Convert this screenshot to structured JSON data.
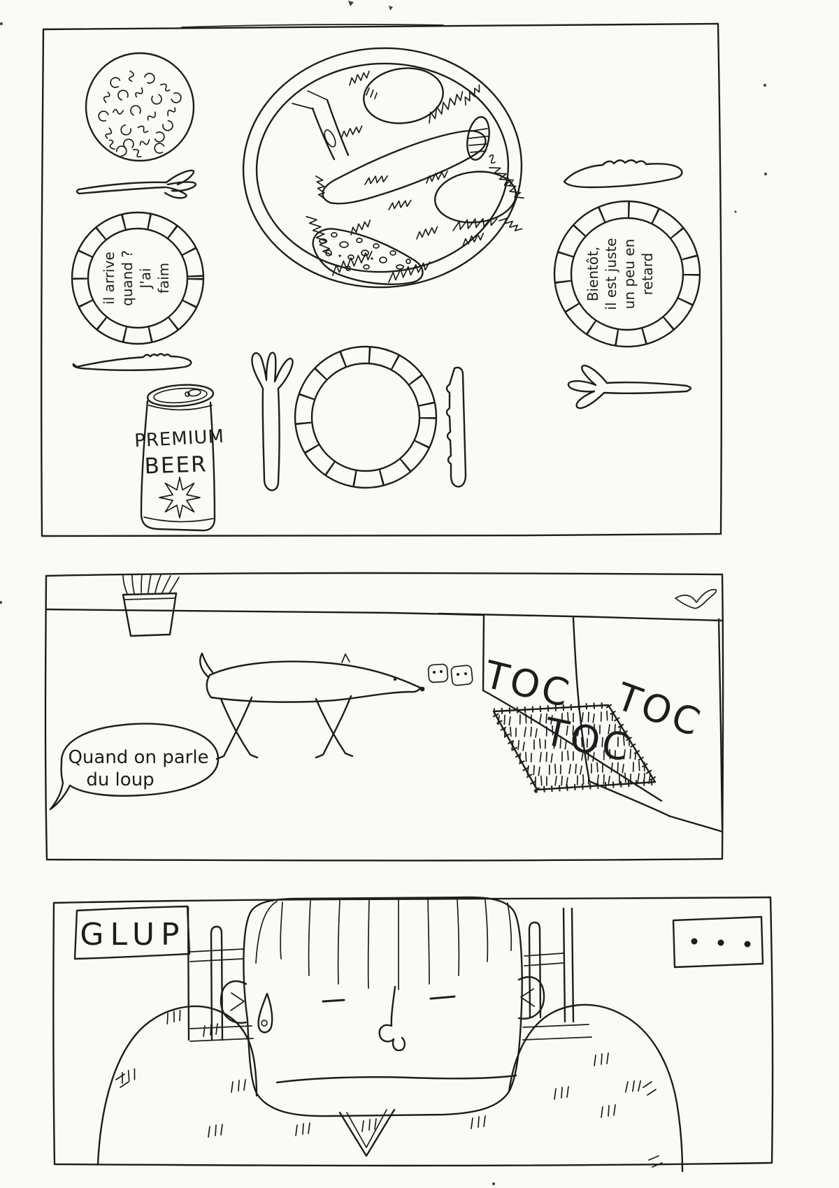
{
  "page": {
    "background": "#fafaf7",
    "ink_color": "#1d1d1d"
  },
  "panel1": {
    "plate_left_text": {
      "lines": [
        "il arrive",
        "quand ?",
        "J'ai",
        "faim"
      ]
    },
    "plate_right_text": {
      "lines": [
        "Bientôt,",
        "il est juste",
        "un peu en",
        "retard"
      ]
    },
    "beer_can": {
      "lines": [
        "PREMIUM",
        "BEER"
      ]
    }
  },
  "panel2": {
    "knock_sounds": [
      "TOC",
      "TOC",
      "TOC"
    ],
    "speech_bubble": {
      "lines": [
        "Quand on parle",
        "du loup"
      ]
    }
  },
  "panel3": {
    "sign_text": "GLUP",
    "silence_dots_count": 3
  }
}
